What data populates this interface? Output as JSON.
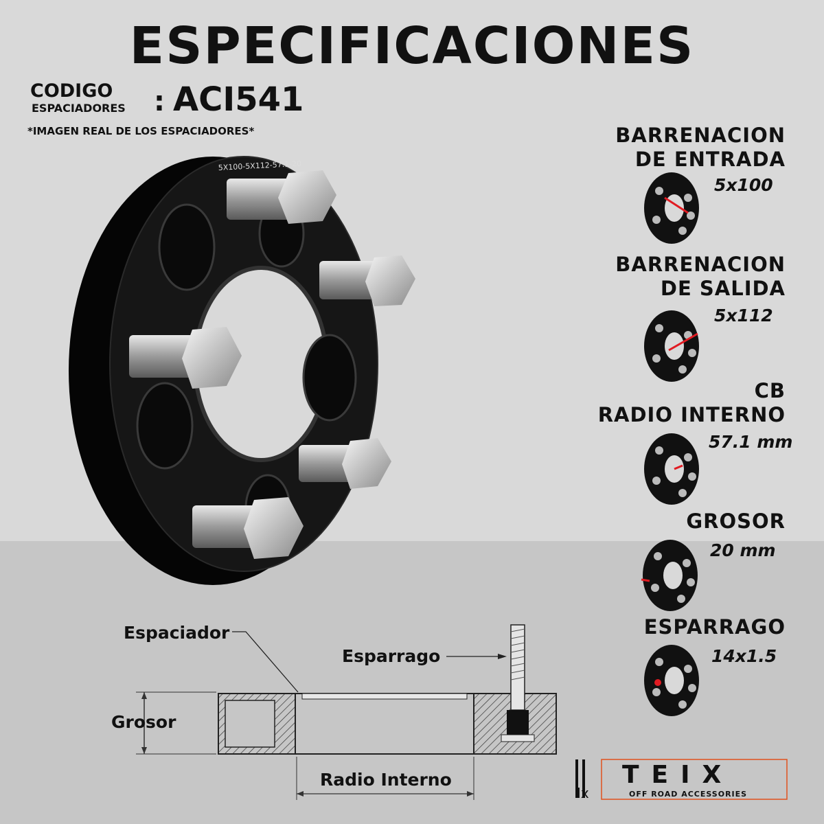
{
  "title": "ESPECIFICACIONES",
  "code": {
    "label": "CODIGO",
    "sublabel": "ESPACIADORES",
    "colon": ":",
    "value": "ACI541"
  },
  "real_note": "*IMAGEN REAL DE LOS ESPACIADORES*",
  "spacer_marking": "5X100-5X112-57.1-20",
  "specs": [
    {
      "title_line1": "BARRENACION",
      "title_line2": "DE ENTRADA",
      "value": "5x100"
    },
    {
      "title_line1": "BARRENACION",
      "title_line2": "DE SALIDA",
      "value": "5x112"
    },
    {
      "title_line1": "CB",
      "title_line2": "RADIO INTERNO",
      "value": "57.1 mm"
    },
    {
      "title_line1": "GROSOR",
      "value": "20 mm"
    },
    {
      "title_line1": "ESPARRAGO",
      "value": "14x1.5"
    }
  ],
  "diagram": {
    "espaciador": "Espaciador",
    "esparrago": "Esparrago",
    "grosor": "Grosor",
    "radio_interno": "Radio Interno"
  },
  "logo": {
    "brand": "TEIX",
    "tagline": "OFF ROAD ACCESSORIES",
    "mark": "Ix"
  },
  "colors": {
    "background_top": "#d9d9d9",
    "background_bottom": "#c6c6c6",
    "spacer_black": "#0d0d0d",
    "accent_red": "#e11b22",
    "logo_orange": "#e0501d"
  }
}
